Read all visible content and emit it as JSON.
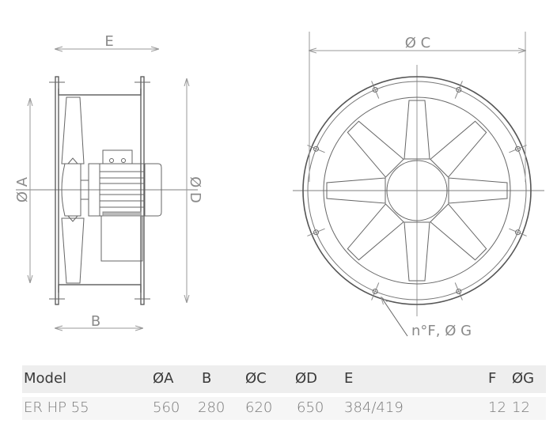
{
  "drawing": {
    "side_view_labels": {
      "E": "E",
      "A": "Ø A",
      "D": "Ø D",
      "B": "B"
    },
    "front_view_labels": {
      "C": "Ø C",
      "holes": "n°F, Ø G"
    }
  },
  "table": {
    "headers": [
      "Model",
      "ØA",
      "B",
      "ØC",
      "ØD",
      "E",
      "F",
      "ØG"
    ],
    "rows": [
      [
        "ER HP 55",
        "560",
        "280",
        "620",
        "650",
        "384/419",
        "12",
        "12"
      ]
    ]
  }
}
